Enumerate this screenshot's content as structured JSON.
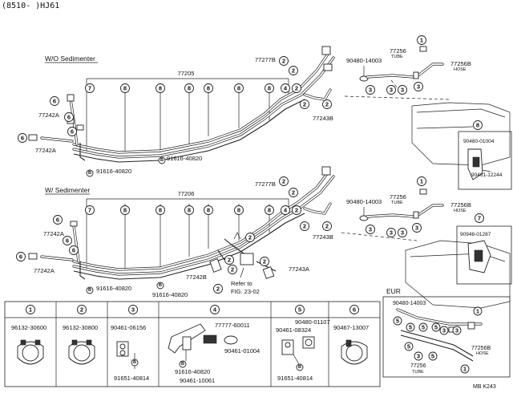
{
  "header": {
    "code": "(8510-    )HJ61"
  },
  "sections": {
    "top_title": "W/O Sedimenter",
    "mid_title": "W/ Sedimenter",
    "eur_title": "EUR"
  },
  "top_labels": {
    "p77205": "77205",
    "p77277b": "77277B",
    "p77243b": "77243B",
    "p77242a_1": "77242A",
    "p77242a_2": "77242A",
    "bolt1": "91616-40820",
    "bolt2": "91616-40820",
    "p90480": "90480-14003",
    "p77256": "77256",
    "tube": "TUBE",
    "p77256b": "77256B",
    "hose": "HOSE",
    "c8a": "90480-01004",
    "c8b": "90461-12244"
  },
  "mid_labels": {
    "p77205": "77206",
    "p77277b": "77277B",
    "p77243b": "77243B",
    "p77242a_1": "77242A",
    "p77242a_2": "77242A",
    "p77242b": "77242B",
    "p77243a": "77243A",
    "bolt1": "91616-40820",
    "bolt2": "91616-40820",
    "refer1": "Refer to",
    "refer2": "FIG. 23-02",
    "p90480": "90480-14003",
    "p77256": "77256",
    "tube": "TUBE",
    "p77256b": "77256B",
    "hose": "HOSE",
    "c7": "90948-01287"
  },
  "clamps": [
    {
      "num": "1",
      "parts": [
        "96132-30600"
      ]
    },
    {
      "num": "2",
      "parts": [
        "96132-30800"
      ]
    },
    {
      "num": "3",
      "parts": [
        "90461-06156",
        "91651-40814"
      ]
    },
    {
      "num": "4",
      "parts": [
        "77777-60011",
        "91616-40820",
        "90461-10061",
        "90461-01004"
      ]
    },
    {
      "num": "5",
      "parts": [
        "90480-01107",
        "90461-08324",
        "91651-40814"
      ]
    },
    {
      "num": "6",
      "parts": [
        "90467-13007"
      ]
    }
  ],
  "eur": {
    "p90480": "90480-14003",
    "p77256b": "77256B",
    "hose": "HOSE",
    "p77256": "77256",
    "tube": "TUBE"
  },
  "footer": {
    "code": "MB K243"
  }
}
